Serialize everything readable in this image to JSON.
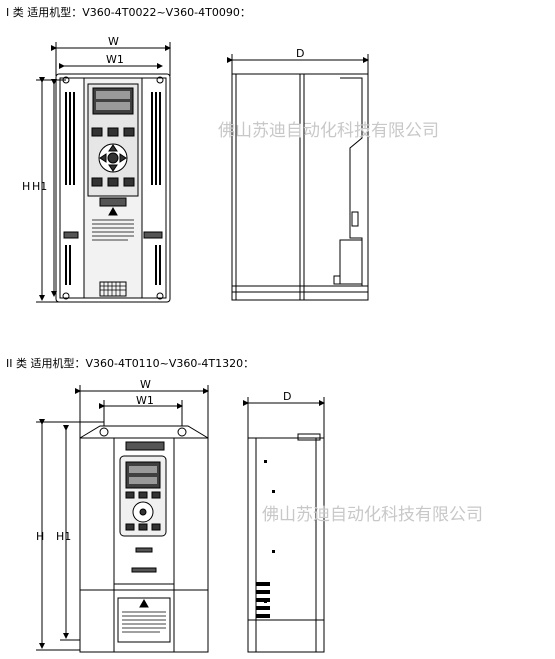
{
  "sections": [
    {
      "caption": "I 类 适用机型：V360-4T0022~V360-4T0090：",
      "dims": {
        "w": "W",
        "w1": "W1",
        "h": "H",
        "h1": "H1",
        "d": "D"
      }
    },
    {
      "caption": "II 类 适用机型：V360-4T0110~V360-4T1320：",
      "dims": {
        "w": "W",
        "w1": "W1",
        "h": "H",
        "h1": "H1",
        "d": "D"
      }
    }
  ],
  "watermark": "佛山苏迪自动化科技有限公司",
  "colors": {
    "line": "#000000",
    "watermark": "#c8c8c8",
    "panel": "#e6e6e6",
    "display": "#404040"
  }
}
